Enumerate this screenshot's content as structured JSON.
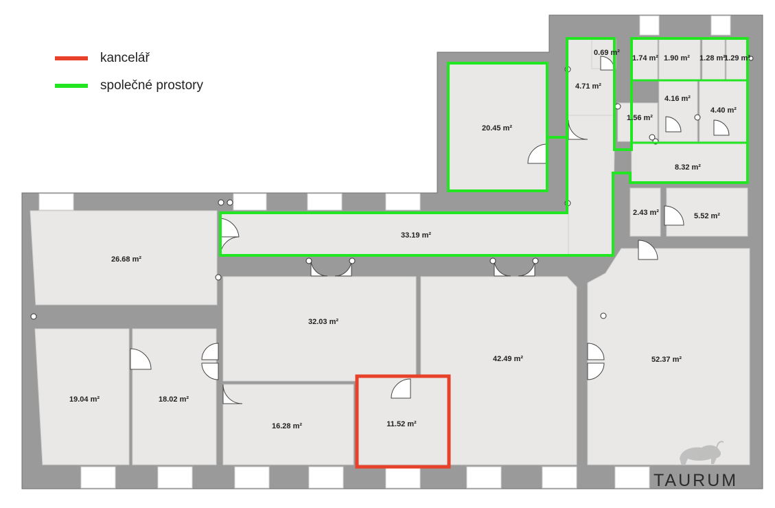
{
  "legend": {
    "office": {
      "label": "kancelář",
      "color": "#e8412a"
    },
    "common": {
      "label": "společné prostory",
      "color": "#22e622"
    }
  },
  "rooms": {
    "r1": "26.68 m²",
    "r2": "33.19 m²",
    "r3": "20.45 m²",
    "r4": "4.71 m²",
    "r5": "0.69 m²",
    "r6": "1.74 m²",
    "r7": "1.90 m²",
    "r8": "1.28 m²",
    "r9": "1.29 m²",
    "r10": "4.16 m²",
    "r11": "4.40 m²",
    "r12": "1.56 m²",
    "r13": "8.32 m²",
    "r14": "2.43 m²",
    "r15": "5.52 m²",
    "r16": "32.03 m²",
    "r17": "42.49 m²",
    "r18": "52.37 m²",
    "r19": "19.04 m²",
    "r20": "18.02 m²",
    "r21": "16.28 m²",
    "r22": "11.52 m²"
  },
  "brand": {
    "name": "TAURUM",
    "logo": "bull-logo-icon"
  }
}
